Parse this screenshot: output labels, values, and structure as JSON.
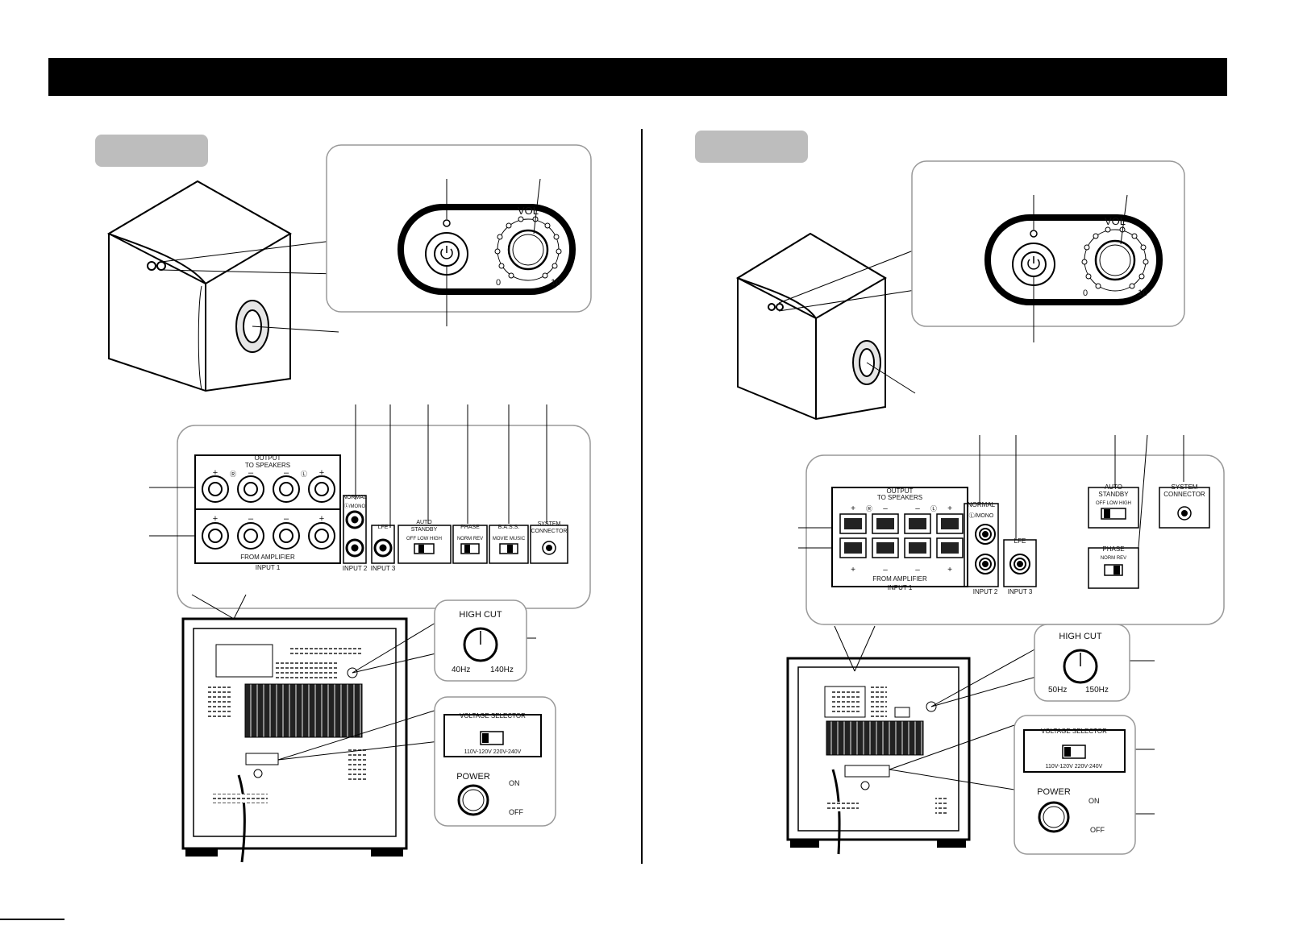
{
  "left": {
    "vol": "VOL",
    "vol_min": "0",
    "vol_max": "10",
    "output_to_speakers": [
      "OUTPUT",
      "TO SPEAKERS"
    ],
    "from_amplifier": "FROM AMPLIFIER",
    "input1": "INPUT 1",
    "input2": "INPUT 2",
    "input3": "INPUT 3",
    "normal": "NORMAL",
    "mono": "Ⓛ/MONO",
    "r_mark": "Ⓡ",
    "l_mark": "Ⓛ",
    "lfe": "LFE",
    "auto_standby": [
      "AUTO",
      "STANDBY"
    ],
    "standby_options": "OFF   LOW   HIGH",
    "phase": "PHASE",
    "phase_options": "NORM   REV",
    "bass": "B.A.S.S.",
    "bass_options": "MOVIE  MUSIC",
    "system_connector": [
      "SYSTEM",
      "CONNECTOR"
    ],
    "high_cut": "HIGH CUT",
    "hc_min": "40Hz",
    "hc_max": "140Hz",
    "voltage_selector": "VOLTAGE SELECTOR",
    "voltage_options": "110V-120V   220V-240V",
    "power": "POWER",
    "on": "ON",
    "off": "OFF"
  },
  "right": {
    "vol": "VOL",
    "vol_min": "0",
    "vol_max": "10",
    "output_to_speakers": [
      "OUTPUT",
      "TO SPEAKERS"
    ],
    "from_amplifier": "FROM AMPLIFIER",
    "input1": "INPUT 1",
    "input2": "INPUT 2",
    "input3": "INPUT 3",
    "normal": "NORMAL",
    "mono": "Ⓛ/MONO",
    "r_mark": "Ⓡ",
    "l_mark": "Ⓛ",
    "lfe": "LFE",
    "auto_standby": [
      "AUTO",
      "STANDBY"
    ],
    "standby_options": "OFF  LOW  HIGH",
    "phase": "PHASE",
    "phase_options": "NORM  REV",
    "system_connector": [
      "SYSTEM",
      "CONNECTOR"
    ],
    "high_cut": "HIGH CUT",
    "hc_min": "50Hz",
    "hc_max": "150Hz",
    "voltage_selector": "VOLTAGE SELECTOR",
    "voltage_options": "110V-120V   220V-240V",
    "power": "POWER",
    "on": "ON",
    "off": "OFF"
  }
}
